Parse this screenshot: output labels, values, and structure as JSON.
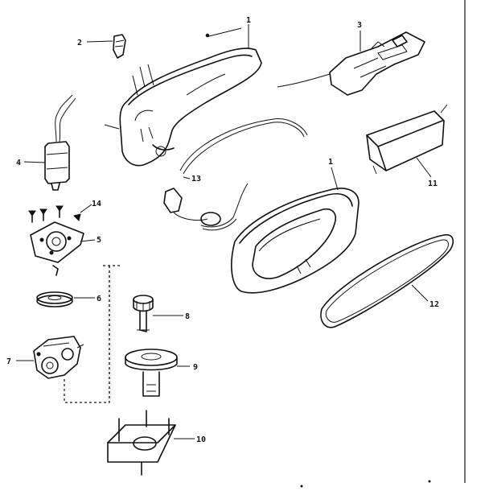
{
  "diagram": {
    "callouts": {
      "c1_top": "1",
      "c2": "2",
      "c3": "3",
      "c4": "4",
      "c14": "14",
      "c5": "5",
      "c13": "13",
      "c1_mid": "1",
      "c11": "11",
      "c6": "6",
      "c7": "7",
      "c8": "8",
      "c9": "9",
      "c10": "10",
      "c12": "12"
    },
    "parts": [
      "upper-housing",
      "screw",
      "switch-trigger",
      "motor",
      "screw-set",
      "motor-bracket",
      "wire-harness",
      "handle-housing",
      "battery-cover",
      "gear",
      "gear-case",
      "pinion-shaft",
      "drive-gear",
      "blade-guard-plate",
      "drive-belt"
    ]
  }
}
